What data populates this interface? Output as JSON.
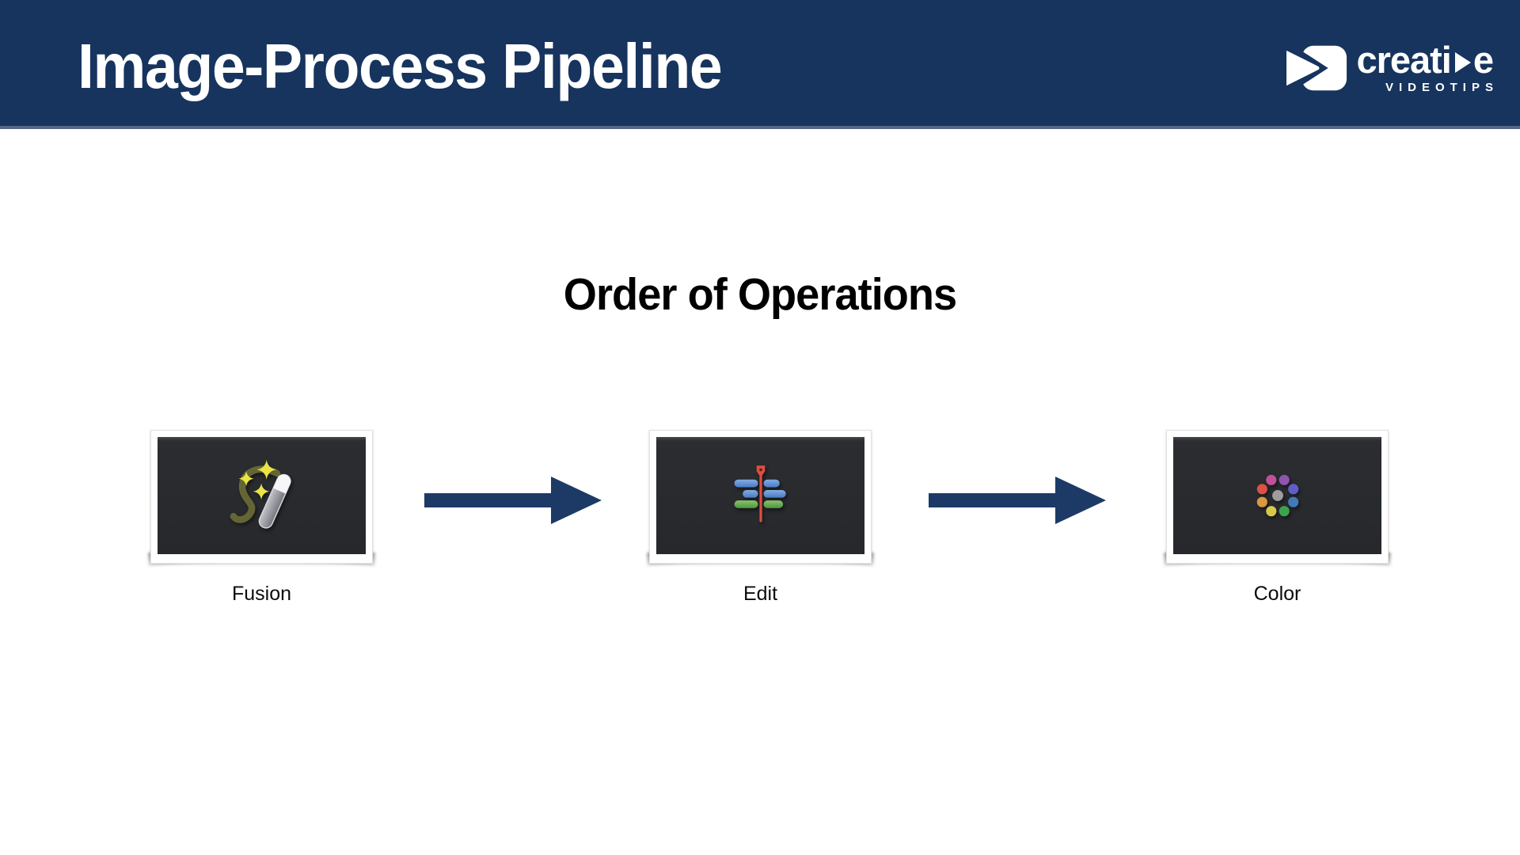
{
  "slide": {
    "header": {
      "title": "Image-Process Pipeline",
      "logo": {
        "icon": "play-badge-icon",
        "wordmark_prefix": "creati",
        "wordmark_suffix": "e",
        "tagline": "VIDEOTIPS"
      }
    },
    "heading": "Order of Operations",
    "pipeline": {
      "steps": [
        {
          "label": "Fusion",
          "icon": "magic-wand-sparkles-icon"
        },
        {
          "label": "Edit",
          "icon": "edit-timeline-icon"
        },
        {
          "label": "Color",
          "icon": "color-dots-ring-icon"
        }
      ],
      "connector": "arrow-right"
    },
    "colors": {
      "header_background": "#17345e",
      "header_border": "#55668b",
      "arrow": "#1d3a66",
      "card_screen_background": "#26282b",
      "sparkle_yellow": "#eae444",
      "timeline_red": "#de4f41",
      "timeline_blue": "#5e8fd2",
      "timeline_green": "#61a354",
      "heading_text": "#000000",
      "label_text": "#0b0b0b"
    }
  }
}
